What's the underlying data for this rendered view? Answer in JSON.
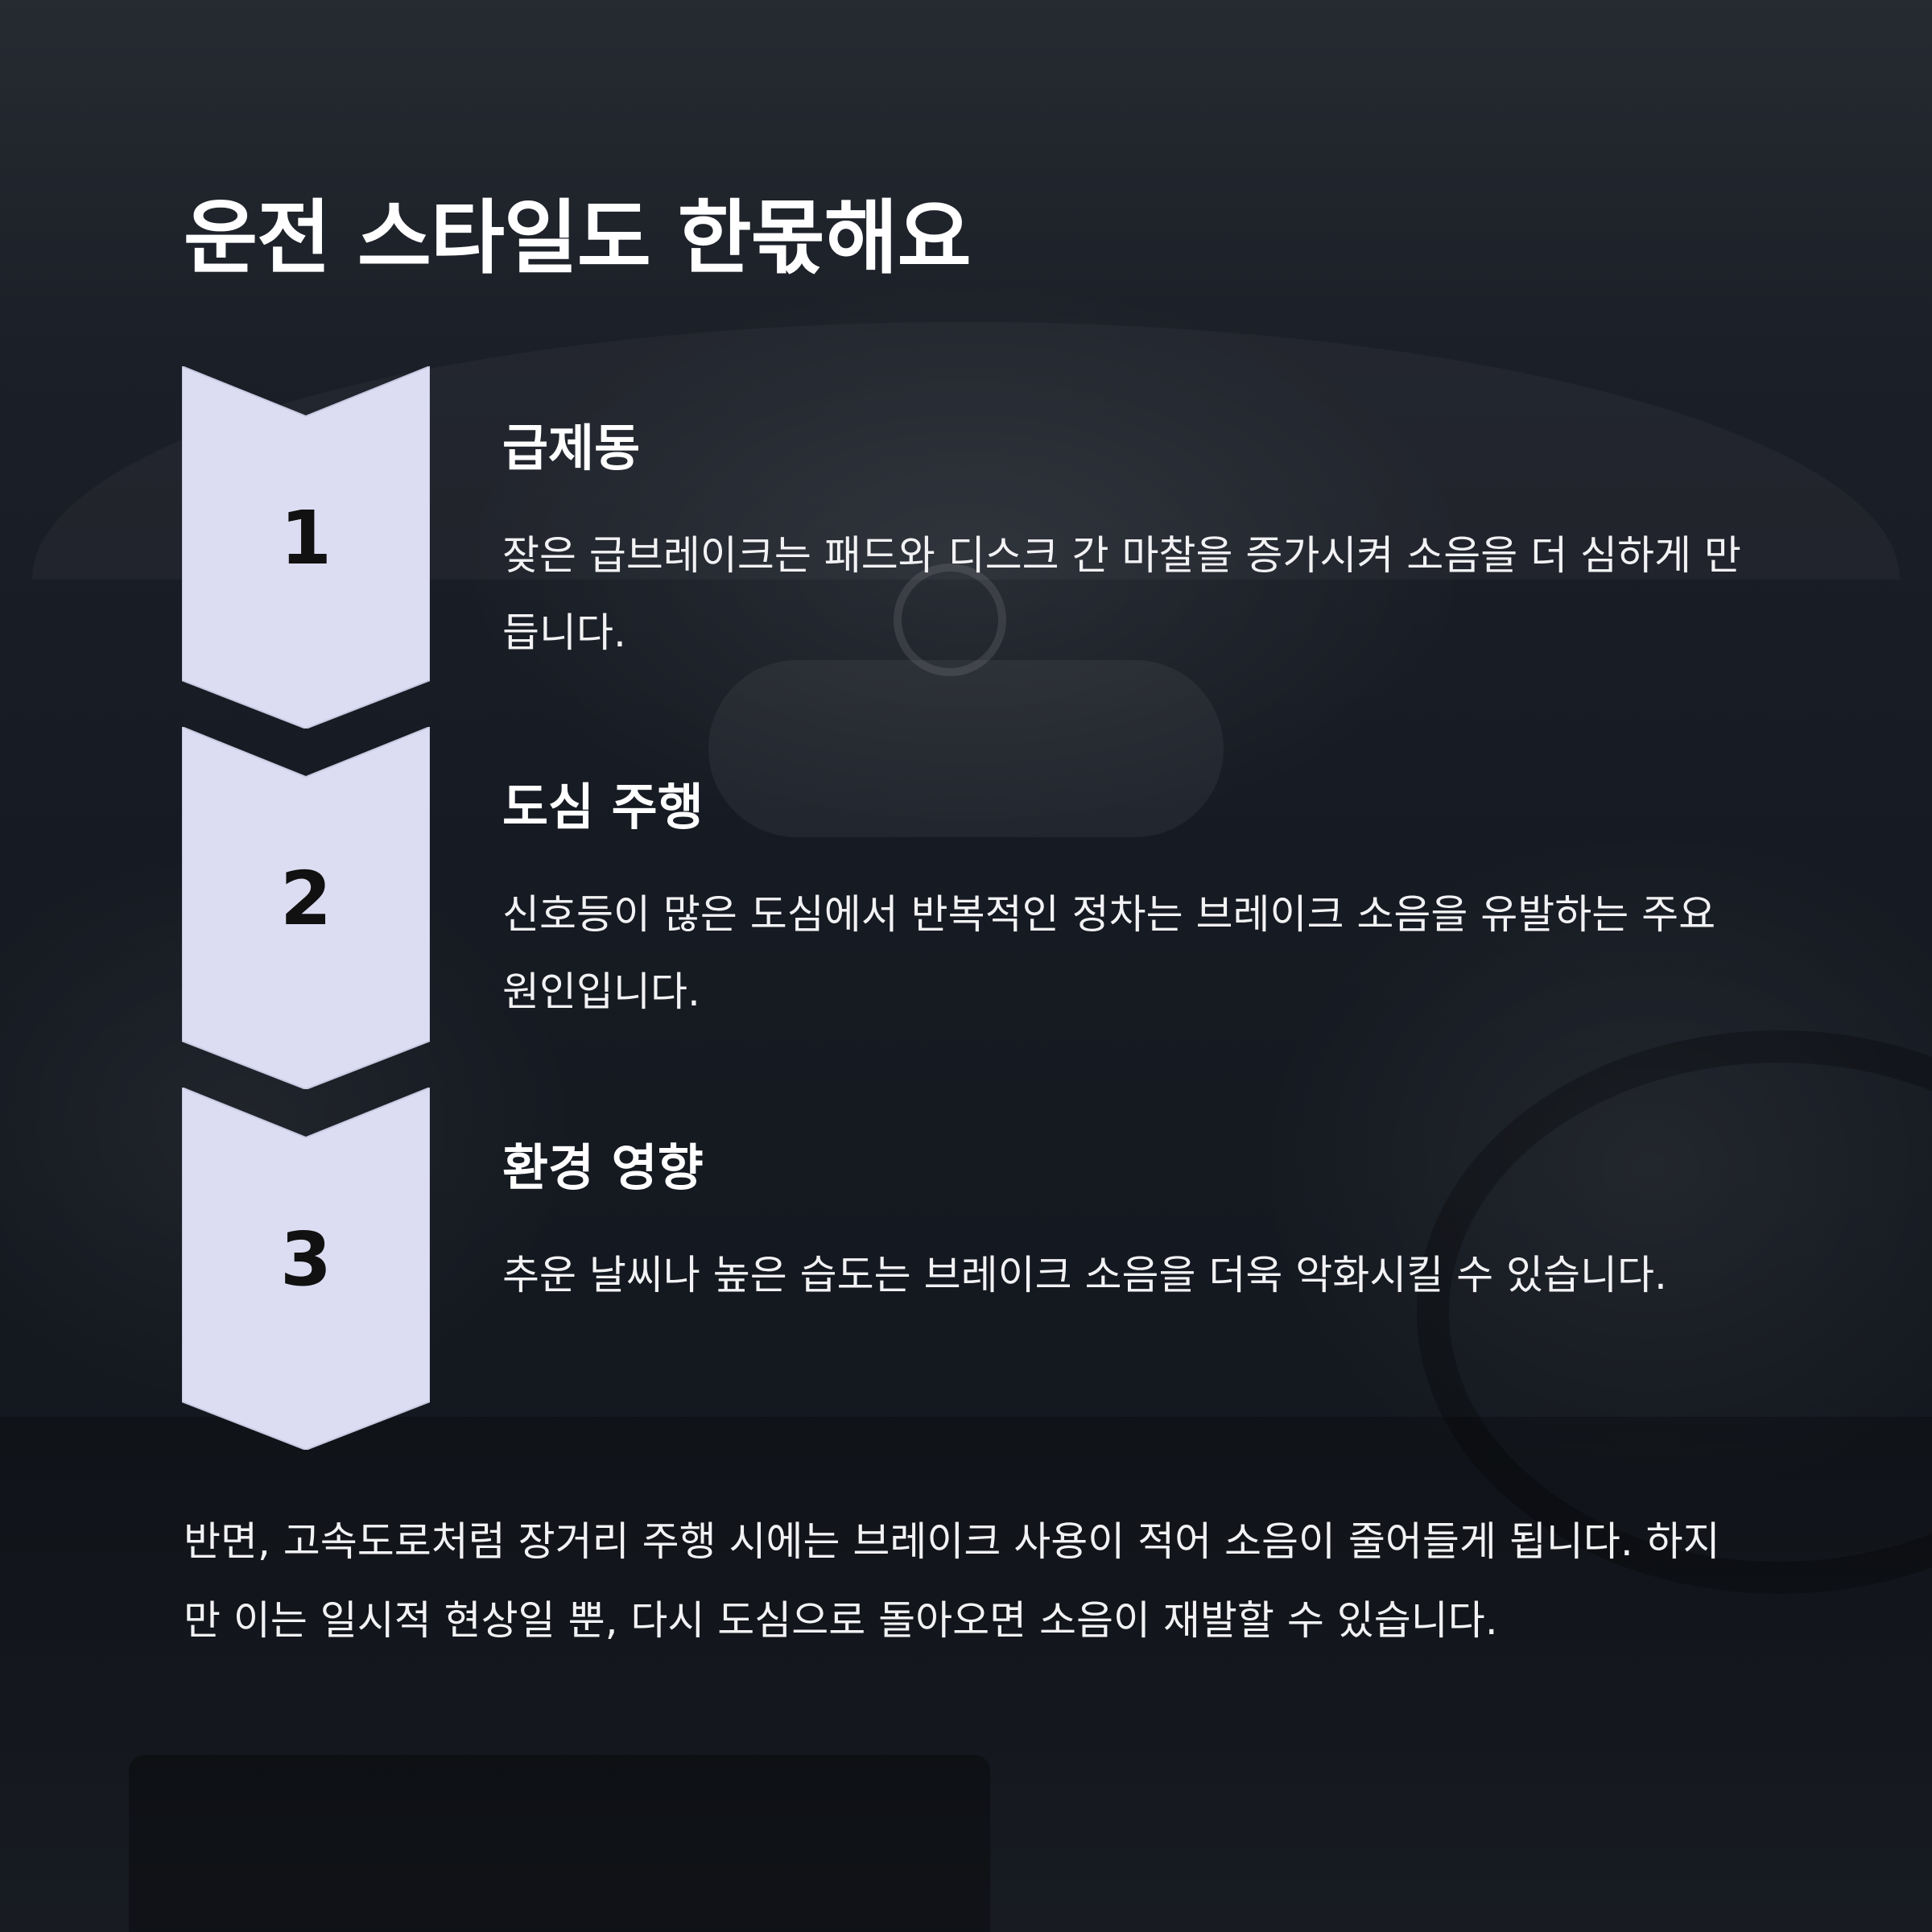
{
  "title": "운전 스타일도 한몫해요",
  "steps": [
    {
      "number": "1",
      "heading": "급제동",
      "description": "잦은 급브레이크는 패드와 디스크 간 마찰을 증가시켜 소음을 더 심하게 만듭니다."
    },
    {
      "number": "2",
      "heading": "도심 주행",
      "description": "신호등이 많은 도심에서 반복적인 정차는 브레이크 소음을 유발하는 주요 원인입니다."
    },
    {
      "number": "3",
      "heading": "환경 영향",
      "description": "추운 날씨나 높은 습도는 브레이크 소음을 더욱 악화시킬 수 있습니다."
    }
  ],
  "closing": "반면, 고속도로처럼 장거리 주행 시에는 브레이크 사용이 적어 소음이 줄어들게 됩니다. 하지만 이는 일시적 현상일 뿐, 다시 도심으로 돌아오면 소음이 재발할 수 있습니다.",
  "colors": {
    "chevron_fill": "#dcdcf2",
    "chevron_number": "#111111",
    "text": "#ffffff"
  }
}
